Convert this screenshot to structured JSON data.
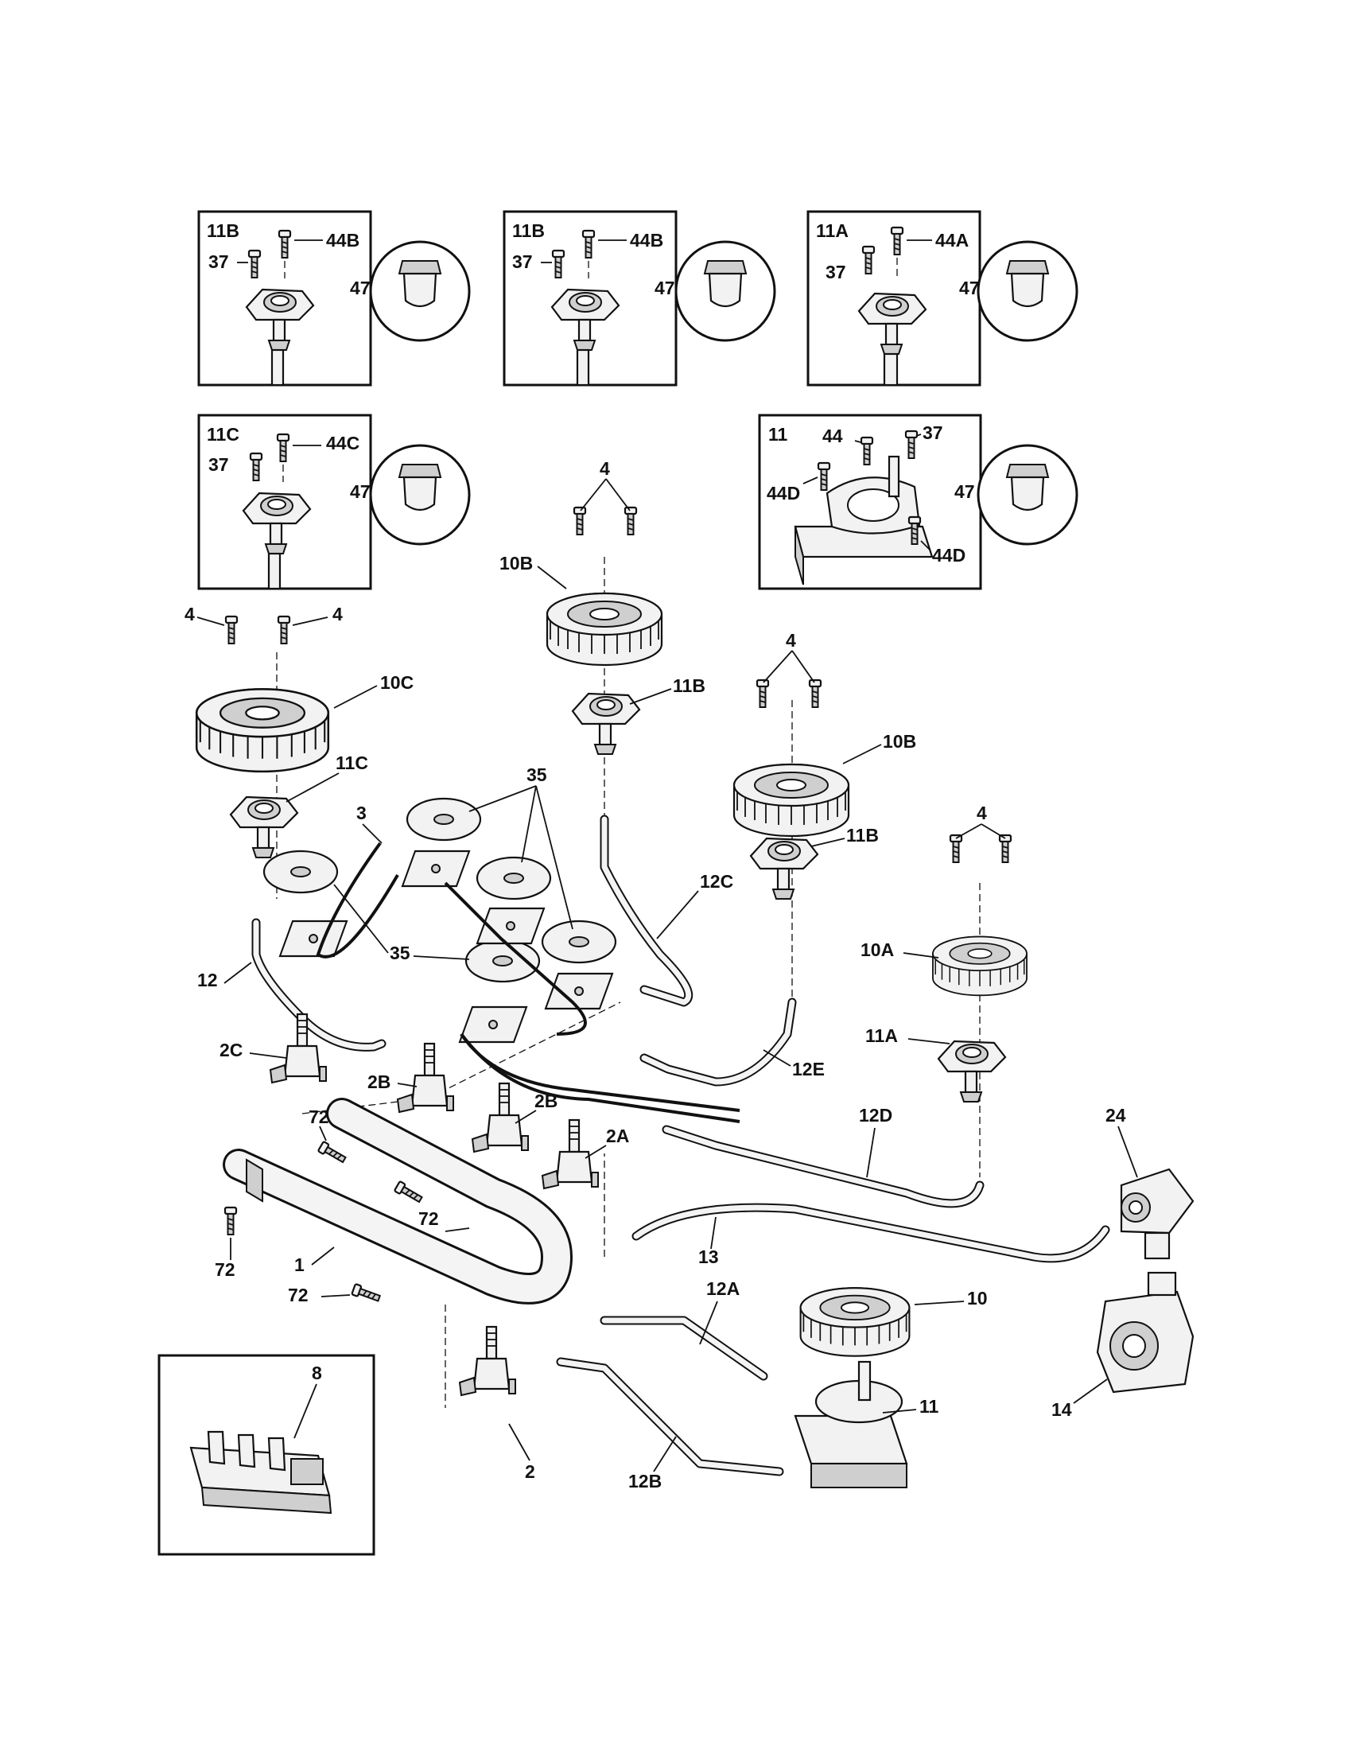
{
  "insets": [
    {
      "id": "inset-11b-left",
      "labels": [
        "11B",
        "37",
        "44B",
        "47"
      ]
    },
    {
      "id": "inset-11b-mid",
      "labels": [
        "11B",
        "37",
        "44B",
        "47"
      ]
    },
    {
      "id": "inset-11a",
      "labels": [
        "11A",
        "37",
        "44A",
        "47"
      ]
    },
    {
      "id": "inset-11c",
      "labels": [
        "11C",
        "37",
        "44C",
        "47"
      ]
    },
    {
      "id": "inset-11",
      "labels": [
        "11",
        "44",
        "37",
        "44D",
        "44D",
        "47"
      ]
    },
    {
      "id": "inset-8",
      "labels": [
        "8"
      ]
    }
  ],
  "callouts": [
    "4",
    "4",
    "4",
    "4",
    "4",
    "10B",
    "10B",
    "10C",
    "10A",
    "10",
    "11B",
    "11B",
    "11C",
    "11A",
    "11",
    "35",
    "3",
    "35",
    "12",
    "12C",
    "12E",
    "12D",
    "12A",
    "12B",
    "13",
    "2C",
    "2B",
    "2B",
    "2A",
    "2",
    "72",
    "72",
    "72",
    "72",
    "1",
    "24",
    "14"
  ]
}
